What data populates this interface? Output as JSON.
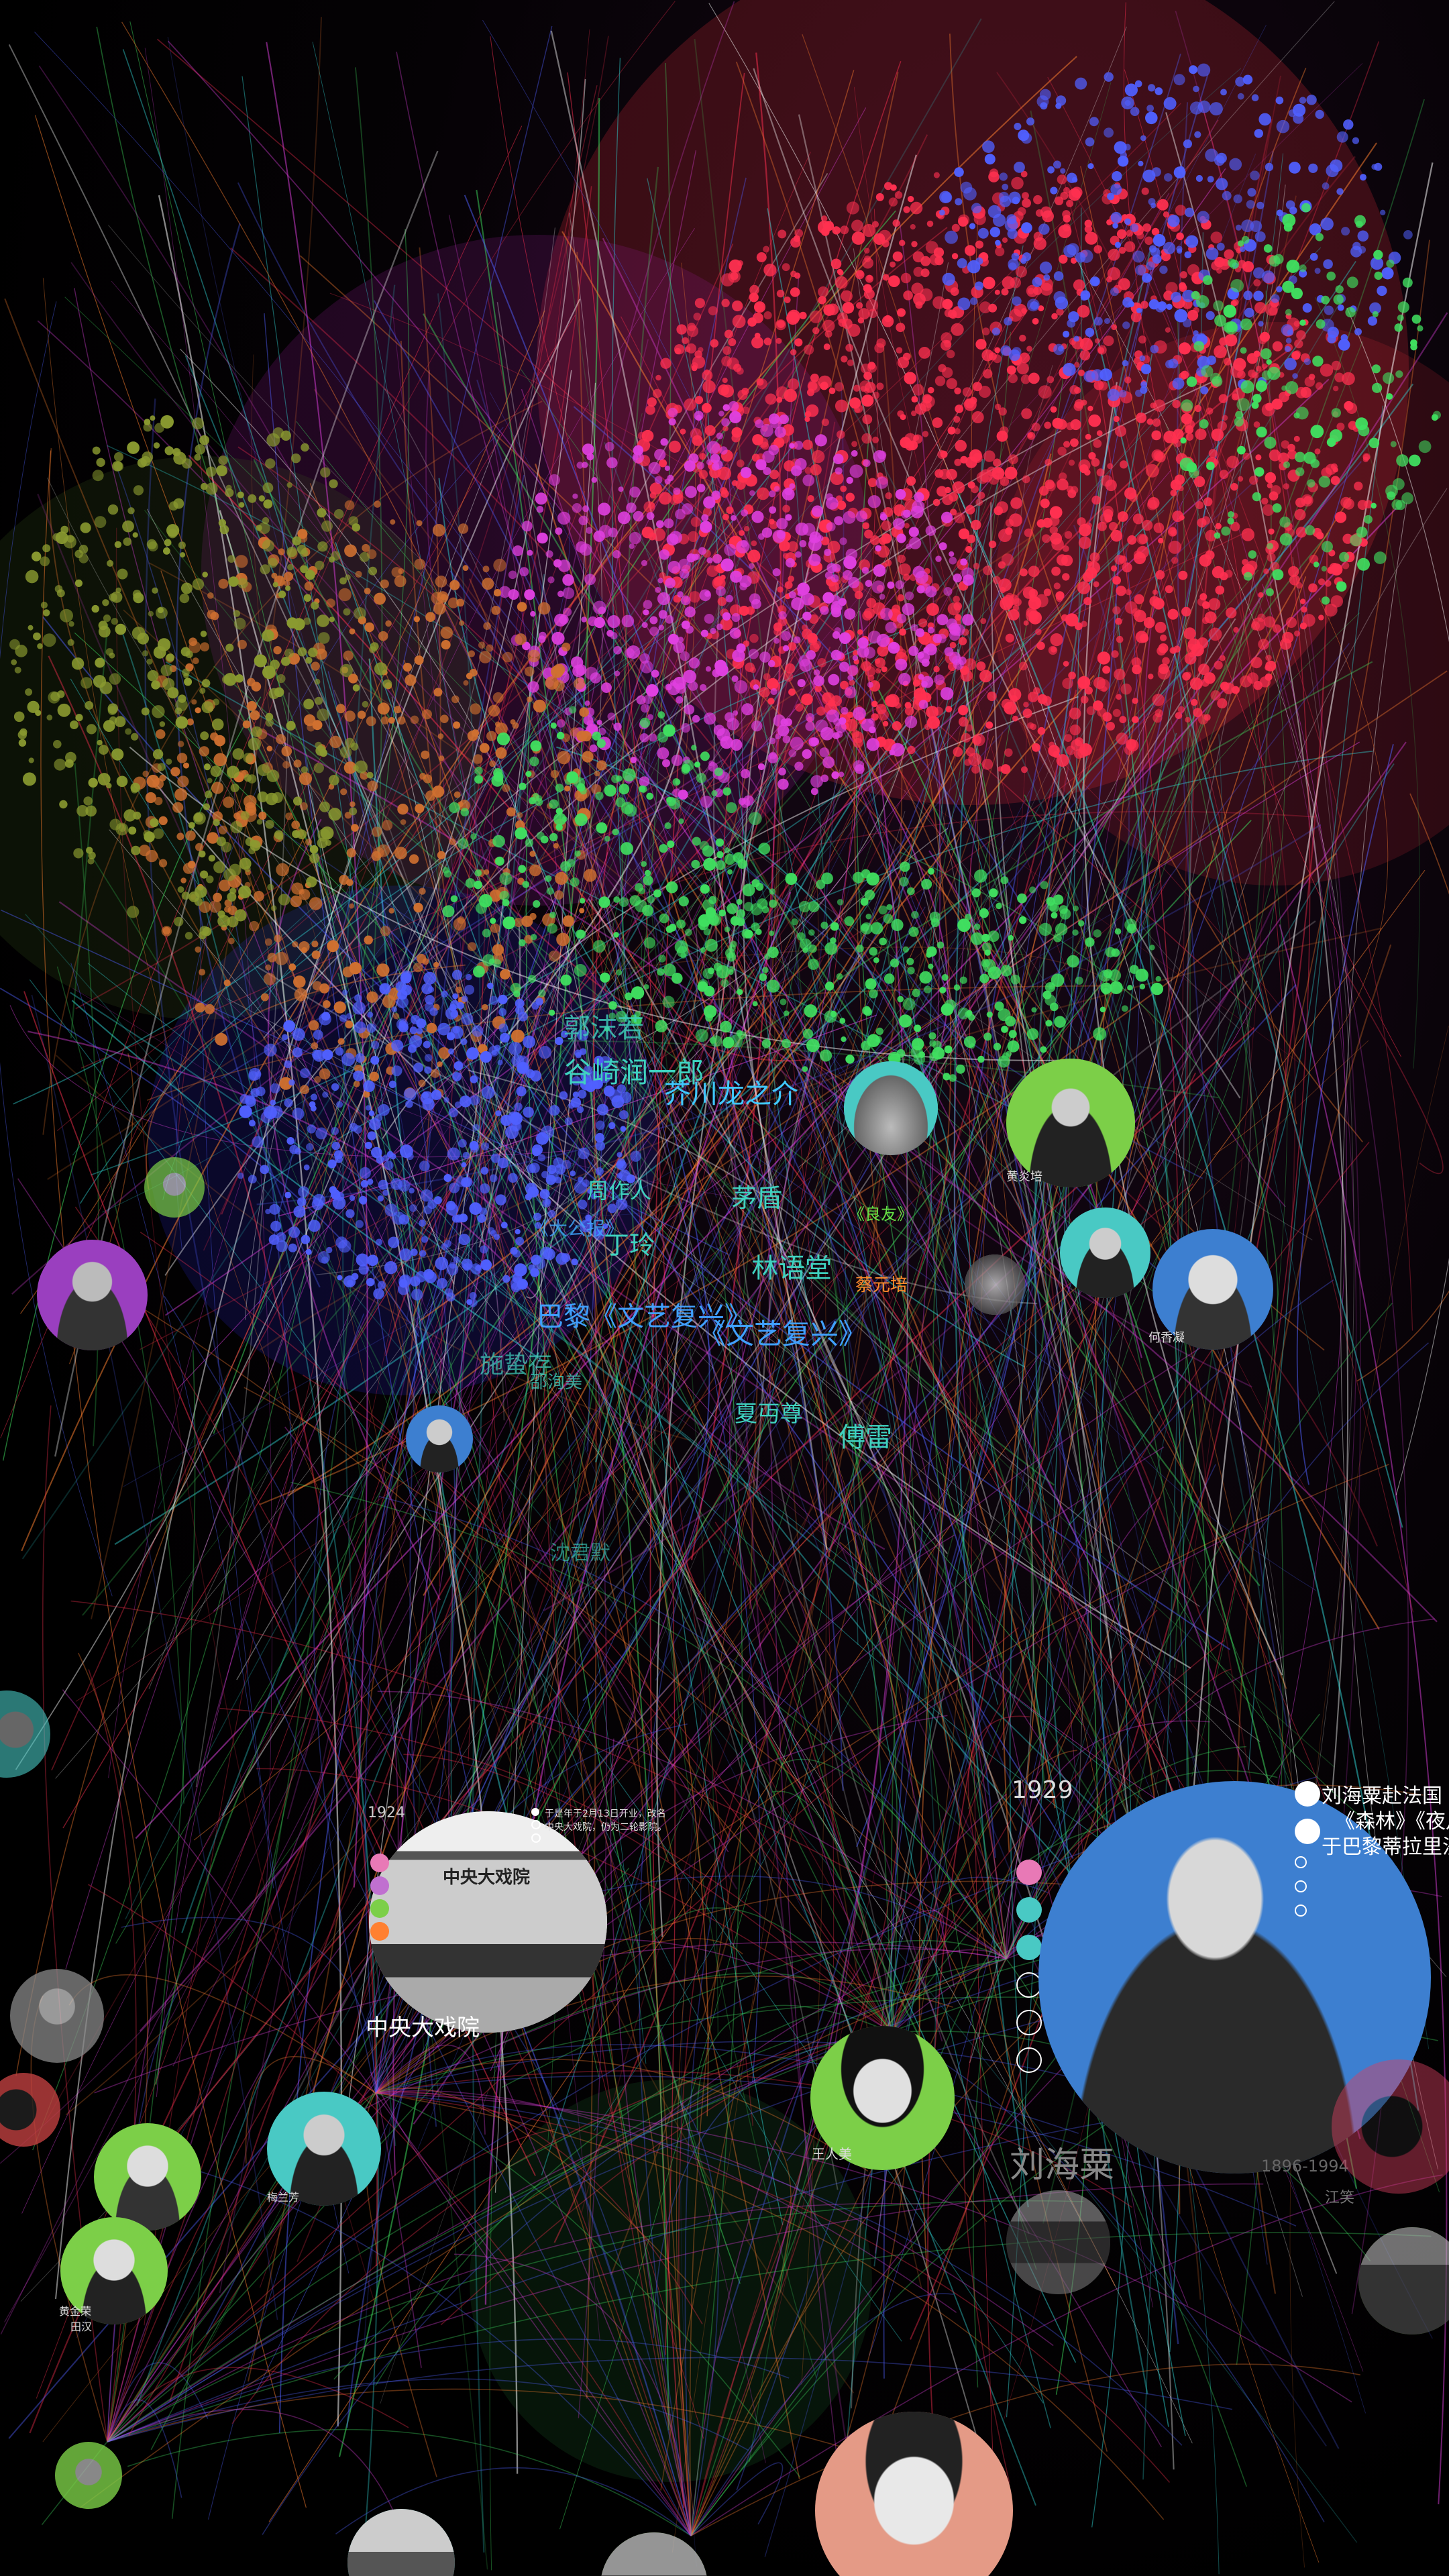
{
  "labels": {
    "guo_moruo": "郭沫若",
    "tanizaki": "谷崎润一郎",
    "akutagawa": "芥川龙之介",
    "zhou_zuoren": "周作人",
    "mao_dun": "茅盾",
    "da_gong_bao": "《大公报》",
    "ding_ling": "丁玲",
    "liangyou": "《良友》",
    "lin_yutang": "林语堂",
    "cai_yuanpei": "蔡元培",
    "wenyi_fuxing_a": "巴黎《文艺复兴》",
    "wenyi_fuxing_b": "《文艺复兴》",
    "shi_zhecun": "施蛰存",
    "shao_xunmei": "邵洵美",
    "xia_mianzun": "夏丏尊",
    "fu_lei": "傅雷",
    "shen_junmo": "沈君默"
  },
  "events": {
    "e1924": {
      "year": "1924",
      "caption": "中央大戏院",
      "notes": [
        "于是年于2月13日开业，改名",
        "中央大戏院，仍为二轮影院。"
      ],
      "sign_text": "中央大戏院"
    },
    "e1929": {
      "year": "1929",
      "person": "刘海粟",
      "years": "1896-1994",
      "notes": [
        "刘海粟赴法国",
        "《森林》《夜月》",
        "于巴黎蒂拉里沙"
      ]
    }
  },
  "people": {
    "huang_yanpei": "黄炎培",
    "he_xiangning": "何香凝",
    "wang_renmei": "王人美",
    "jiang_xiao": "江笑",
    "tian_han": "田汉",
    "huang_jinrong": "黄金荣",
    "mei_lanfang": "梅兰芳"
  },
  "colors": {
    "accent_red": "#ff3050",
    "accent_magenta": "#e040e0",
    "accent_blue": "#5060ff",
    "accent_green": "#40e060",
    "accent_orange": "#ff8030",
    "label_cyan": "#40e0ff",
    "highlight_blue": "#3d7fd0",
    "highlight_green": "#7ccf48",
    "highlight_teal": "#49c9c4"
  }
}
